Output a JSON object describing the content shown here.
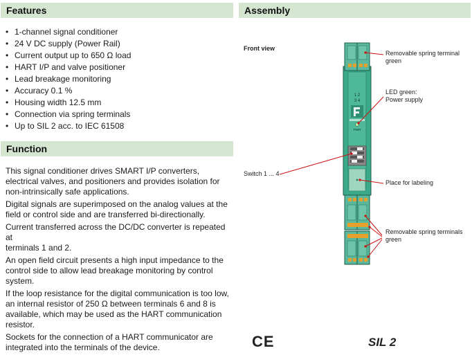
{
  "features": {
    "title": "Features",
    "items": [
      "1-channel signal conditioner",
      "24 V DC supply (Power Rail)",
      "Current output up to 650 Ω load",
      "HART I/P and valve positioner",
      "Lead breakage monitoring",
      "Accuracy 0.1 %",
      "Housing width 12.5 mm",
      "Connection via spring terminals",
      "Up to SIL 2 acc. to IEC 61508"
    ]
  },
  "function": {
    "title": "Function",
    "paragraphs": [
      [
        "This signal conditioner drives SMART I/P converters,",
        "electrical valves, and positioners and provides isolation for",
        "non-intrinsically safe applications."
      ],
      [
        "Digital signals are superimposed on the analog values at the",
        "field or control side and are transferred bi-directionally."
      ],
      [
        "Current transferred across the DC/DC converter is repeated at",
        "terminals 1 and 2."
      ],
      [
        "An open field circuit presents a high input impedance to the",
        "control side to allow lead breakage monitoring by control",
        "system."
      ],
      [
        "If the loop resistance for the digital communication is too low,",
        "an internal resistor of 250 Ω between terminals 6 and 8 is",
        "available, which may be used as the HART communication",
        "resistor."
      ],
      [
        "Sockets for the connection of a HART communicator are",
        "integrated into the terminals of the device."
      ]
    ]
  },
  "assembly": {
    "title": "Assembly",
    "front_view_label": "Front view",
    "callouts": {
      "terminal_top": [
        "Removable spring terminal",
        "green"
      ],
      "led": [
        "LED green:",
        "Power supply"
      ],
      "switch": "Switch 1 ... 4",
      "labeling": "Place for labeling",
      "terminal_bottom": [
        "Removable spring terminals",
        "green"
      ]
    },
    "device": {
      "terminal_numbers_upper": [
        "1  2",
        "3  4"
      ],
      "led_label": "PWR"
    }
  },
  "marks": {
    "ce": "CE",
    "sil": "SIL 2"
  },
  "colors": {
    "header_bg": "#d4e6d0",
    "device": "#3aaa8a",
    "terminal": "#5bb89c",
    "connector": "#e5a12b",
    "arrow": "#cc1111"
  }
}
